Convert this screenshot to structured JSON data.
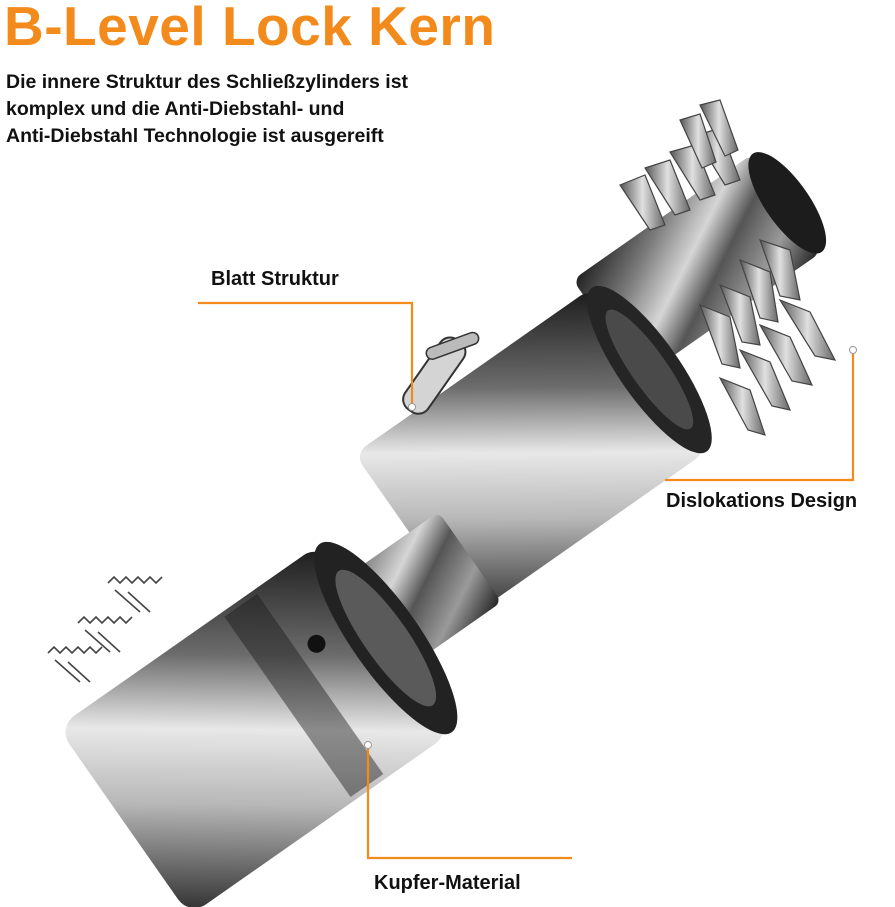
{
  "header": {
    "title": "B-Level Lock Kern",
    "subtitle_lines": [
      "Die innere Struktur des Schließzylinders ist",
      "komplex und die Anti-Diebstahl- und",
      "Anti-Diebstahl Technologie ist ausgereift"
    ]
  },
  "callouts": {
    "blatt": "Blatt Struktur",
    "dislokation": "Dislokations Design",
    "kupfer": "Kupfer-Material"
  },
  "colors": {
    "accent": "#f28a1c",
    "text": "#111111",
    "metal_dark": "#2a2a2a",
    "metal_light": "#cfcfcf"
  }
}
